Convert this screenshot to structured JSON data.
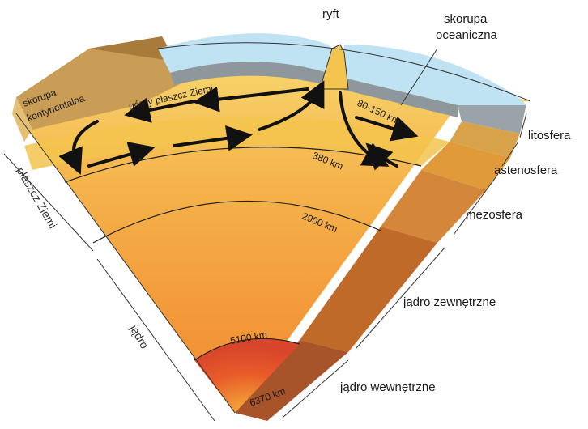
{
  "labels": {
    "rift": "ryft",
    "oceanic_crust_line1": "skorupa",
    "oceanic_crust_line2": "oceaniczna",
    "lithosphere": "litosfera",
    "asthenosphere": "astenosfera",
    "mesosphere": "mezosfera",
    "outer_core": "jądro zewnętrzne",
    "inner_core": "jądro wewnętrzne",
    "continental_crust_line1": "skorupa",
    "continental_crust_line2": "kontynentalna",
    "upper_mantle": "górny płaszcz Ziemi",
    "mantle": "płaszcz Ziemi",
    "core": "jądro"
  },
  "depths": {
    "lithosphere_range": "80-150 km",
    "d380": "380 km",
    "d2900": "2900 km",
    "d5100": "5100 km",
    "d6370": "6370 km"
  },
  "colors": {
    "ocean": "#bfe3f2",
    "continent": "#c9a35c",
    "upper_mantle": "#f2c24a",
    "mantle": "#f0a640",
    "outer_core": "#f08a2a",
    "inner_core": "#e0502a"
  }
}
